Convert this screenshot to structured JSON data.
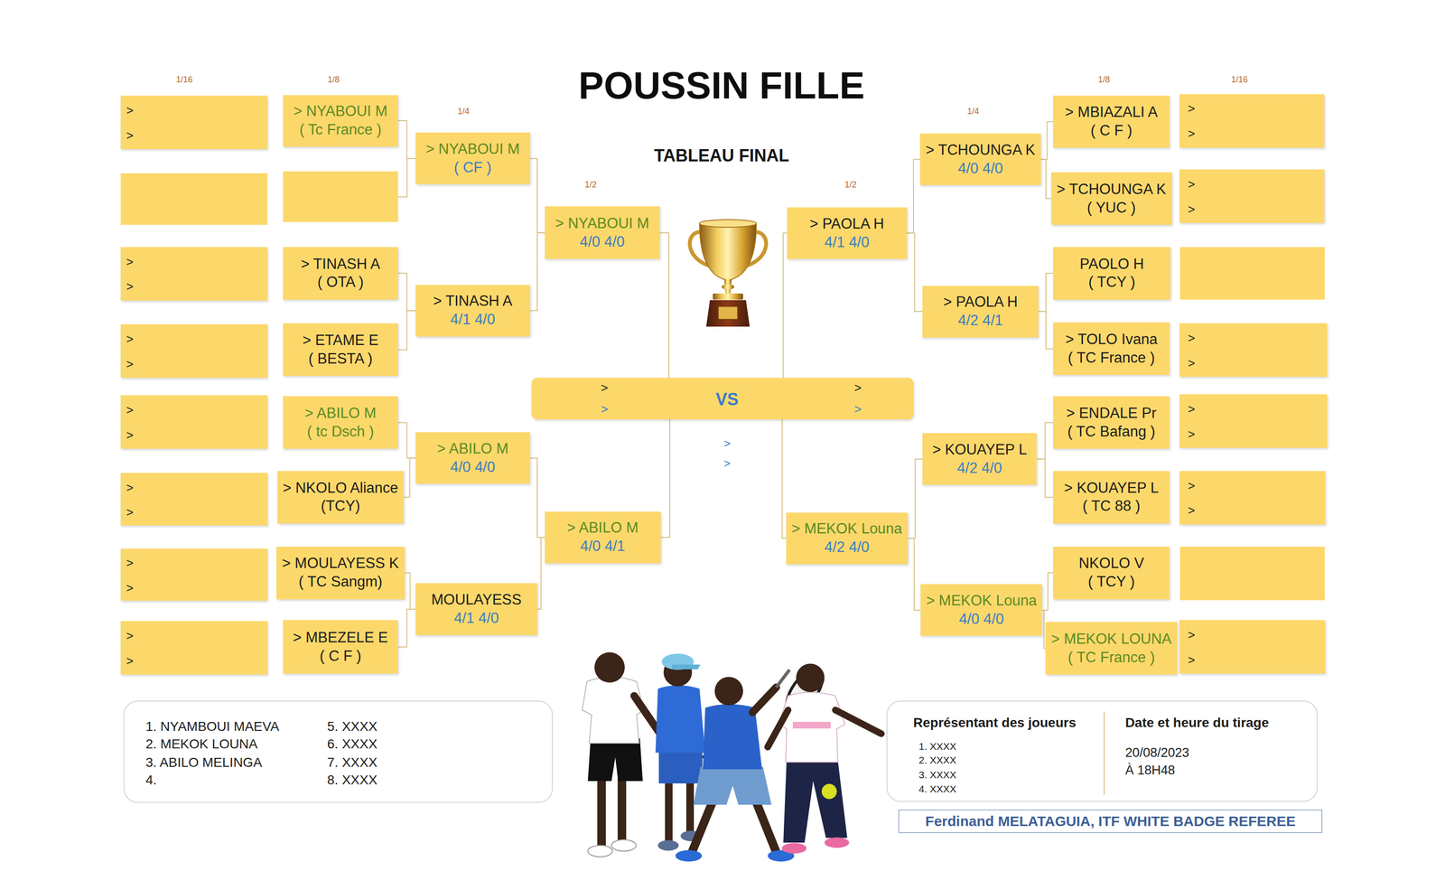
{
  "diagram": {
    "title": "POUSSIN FILLE",
    "nodes": [
      {
        "text": [
          ">",
          ">"
        ]
      },
      {
        "text": [
          ">",
          ">"
        ]
      },
      {
        "text": [
          ">",
          ">"
        ]
      },
      {
        "text": [
          ">",
          ">"
        ]
      },
      {
        "text": [
          ">",
          ">"
        ]
      },
      {
        "text": [
          ">",
          ">"
        ]
      },
      {
        "text": [
          ">",
          ">"
        ]
      },
      {
        "text": [
          "> NYABOUI M",
          "( Tc France )"
        ]
      },
      {
        "text": [
          "> TINASH A",
          "( OTA )"
        ]
      },
      {
        "text": [
          "> ETAME E",
          "( BESTA )"
        ]
      },
      {
        "text": [
          "> ABILO M",
          "( tc Dsch )"
        ]
      },
      {
        "text": [
          "> NKOLO Aliance",
          "(TCY)"
        ]
      },
      {
        "text": [
          "> MOULAYESS K",
          "( TC Sangm)"
        ]
      },
      {
        "text": [
          "> MBEZELE E",
          "( C F )"
        ]
      },
      {
        "text": [
          "> NYABOUI M",
          "( CF )"
        ]
      },
      {
        "text": [
          "> TINASH A",
          "4/1 4/0"
        ]
      },
      {
        "text": [
          "> ABILO M",
          "4/0 4/0"
        ]
      },
      {
        "text": [
          "MOULAYESS",
          "4/1 4/0"
        ]
      },
      {
        "text": [
          "> NYABOUI M",
          "4/0 4/0"
        ]
      },
      {
        "text": [
          "> ABILO M",
          "4/0 4/1"
        ]
      },
      {
        "text": [
          ">",
          ">",
          "VS",
          ">",
          ">"
        ]
      },
      {
        "text": [
          "> PAOLA H",
          "4/1 4/0"
        ]
      },
      {
        "text": [
          "> MEKOK Louna",
          "4/2 4/0"
        ]
      },
      {
        "text": [
          "> TCHOUNGA K",
          "4/0 4/0"
        ]
      },
      {
        "text": [
          "> PAOLA H",
          "4/2 4/1"
        ]
      },
      {
        "text": [
          "> KOUAYEP L",
          "4/2 4/0"
        ]
      },
      {
        "text": [
          "> MEKOK Louna",
          "4/0 4/0"
        ]
      },
      {
        "text": [
          "> MBIAZALI A",
          "( C F )"
        ]
      },
      {
        "text": [
          "> TCHOUNGA K",
          "( YUC )"
        ]
      },
      {
        "text": [
          "PAOLO H",
          "( TCY )"
        ]
      },
      {
        "text": [
          "> TOLO Ivana",
          "( TC France )"
        ]
      },
      {
        "text": [
          "> ENDALE Pr",
          "( TC Bafang )"
        ]
      },
      {
        "text": [
          "> KOUAYEP L",
          "( TC 88 )"
        ]
      },
      {
        "text": [
          "NKOLO V",
          "( TCY )"
        ]
      },
      {
        "text": [
          "> MEKOK LOUNA",
          "( TC France )"
        ]
      },
      {
        "text": [
          ">",
          ">"
        ]
      },
      {
        "text": [
          ">",
          ">"
        ]
      },
      {
        "text": [
          ">",
          ">"
        ]
      },
      {
        "text": [
          ">",
          ">"
        ]
      },
      {
        "text": [
          ">",
          ">"
        ]
      },
      {
        "text": [
          ">",
          ">"
        ]
      },
      {
        "text": [
          "1. NYAMBOUI MAEVA",
          "2. MEKOK LOUNA",
          "3. ABILO MELINGA",
          "4.",
          "5. XXXX",
          "6. XXXX",
          "7. XXXX",
          "8. XXXX"
        ]
      },
      {
        "text": [
          "Représentant des joueurs",
          "1. XXXX",
          "2. XXXX",
          "3. XXXX",
          "4. XXXX",
          "Date et heure du tirage",
          "20/08/2023",
          "À 18H48"
        ]
      },
      {
        "text": [
          "Ferdinand MELATAGUIA, ITF WHITE BADGE REFEREE"
        ]
      }
    ],
    "edges": [
      {
        "from": 7,
        "to": 14,
        "arrow": "none"
      },
      {
        "from": 8,
        "to": 15,
        "arrow": "none"
      },
      {
        "from": 9,
        "to": 15,
        "arrow": "none"
      },
      {
        "from": 10,
        "to": 16,
        "arrow": "none"
      },
      {
        "from": 11,
        "to": 16,
        "arrow": "none"
      },
      {
        "from": 12,
        "to": 17,
        "arrow": "none"
      },
      {
        "from": 13,
        "to": 17,
        "arrow": "none"
      },
      {
        "from": 14,
        "to": 18,
        "arrow": "none"
      },
      {
        "from": 15,
        "to": 18,
        "arrow": "none"
      },
      {
        "from": 16,
        "to": 19,
        "arrow": "none"
      },
      {
        "from": 17,
        "to": 19,
        "arrow": "none"
      },
      {
        "from": 18,
        "to": 20,
        "arrow": "none"
      },
      {
        "from": 19,
        "to": 20,
        "arrow": "none"
      },
      {
        "from": 27,
        "to": 23,
        "arrow": "none"
      },
      {
        "from": 28,
        "to": 23,
        "arrow": "none"
      },
      {
        "from": 29,
        "to": 24,
        "arrow": "none"
      },
      {
        "from": 30,
        "to": 24,
        "arrow": "none"
      },
      {
        "from": 31,
        "to": 25,
        "arrow": "none"
      },
      {
        "from": 32,
        "to": 25,
        "arrow": "none"
      },
      {
        "from": 33,
        "to": 26,
        "arrow": "none"
      },
      {
        "from": 34,
        "to": 26,
        "arrow": "none"
      },
      {
        "from": 23,
        "to": 21,
        "arrow": "none"
      },
      {
        "from": 24,
        "to": 21,
        "arrow": "none"
      },
      {
        "from": 25,
        "to": 22,
        "arrow": "none"
      },
      {
        "from": 26,
        "to": 22,
        "arrow": "none"
      },
      {
        "from": 21,
        "to": 20,
        "arrow": "none"
      },
      {
        "from": 22,
        "to": 20,
        "arrow": "none"
      }
    ],
    "labels": [
      "1/16",
      "1/8",
      "1/8",
      "1/16",
      "1/4",
      "1/4",
      "TABLEAU FINAL",
      "1/2",
      "1/2",
      ">",
      ">"
    ]
  }
}
